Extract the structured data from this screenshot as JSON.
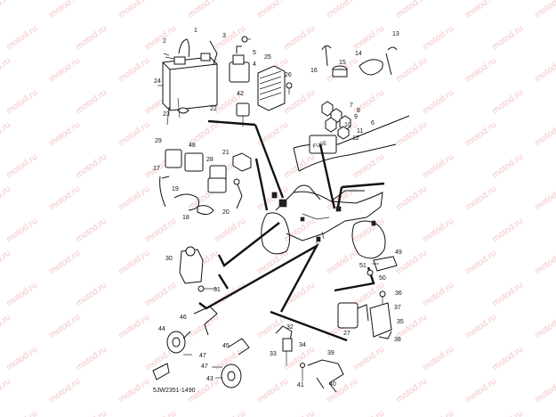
{
  "watermark": "motod.ru",
  "diagram_code": "5JW2351-1490",
  "fuse_text": "FUSE",
  "callouts": [
    {
      "id": "c1",
      "n": "1"
    },
    {
      "id": "c2",
      "n": "2"
    },
    {
      "id": "c3",
      "n": "3"
    },
    {
      "id": "c4",
      "n": "4"
    },
    {
      "id": "c5",
      "n": "5"
    },
    {
      "id": "c6",
      "n": "6"
    },
    {
      "id": "c7",
      "n": "7"
    },
    {
      "id": "c8",
      "n": "8"
    },
    {
      "id": "c9",
      "n": "9"
    },
    {
      "id": "c10",
      "n": "10"
    },
    {
      "id": "c11",
      "n": "11"
    },
    {
      "id": "c12",
      "n": "12"
    },
    {
      "id": "c13",
      "n": "13"
    },
    {
      "id": "c14",
      "n": "14"
    },
    {
      "id": "c15",
      "n": "15"
    },
    {
      "id": "c16",
      "n": "16"
    },
    {
      "id": "c17",
      "n": "17"
    },
    {
      "id": "c18",
      "n": "18"
    },
    {
      "id": "c19",
      "n": "19"
    },
    {
      "id": "c20",
      "n": "20"
    },
    {
      "id": "c21",
      "n": "21"
    },
    {
      "id": "c22",
      "n": "22"
    },
    {
      "id": "c23",
      "n": "23"
    },
    {
      "id": "c24",
      "n": "24"
    },
    {
      "id": "c25",
      "n": "25"
    },
    {
      "id": "c26",
      "n": "26"
    },
    {
      "id": "c27",
      "n": "27"
    },
    {
      "id": "c28",
      "n": "28"
    },
    {
      "id": "c29",
      "n": "29"
    },
    {
      "id": "c30",
      "n": "30"
    },
    {
      "id": "c31",
      "n": "31"
    },
    {
      "id": "c32",
      "n": "32"
    },
    {
      "id": "c33",
      "n": "33"
    },
    {
      "id": "c34",
      "n": "34"
    },
    {
      "id": "c35",
      "n": "35"
    },
    {
      "id": "c36",
      "n": "36"
    },
    {
      "id": "c37",
      "n": "37"
    },
    {
      "id": "c38",
      "n": "38"
    },
    {
      "id": "c39",
      "n": "39"
    },
    {
      "id": "c40",
      "n": "40"
    },
    {
      "id": "c41",
      "n": "41"
    },
    {
      "id": "c42",
      "n": "42"
    },
    {
      "id": "c43",
      "n": "43"
    },
    {
      "id": "c44",
      "n": "44"
    },
    {
      "id": "c45",
      "n": "45"
    },
    {
      "id": "c46",
      "n": "46"
    },
    {
      "id": "c47a",
      "n": "47"
    },
    {
      "id": "c47b",
      "n": "47"
    },
    {
      "id": "c48",
      "n": "48"
    },
    {
      "id": "c49",
      "n": "49"
    },
    {
      "id": "c50",
      "n": "50"
    },
    {
      "id": "c51",
      "n": "51"
    }
  ]
}
